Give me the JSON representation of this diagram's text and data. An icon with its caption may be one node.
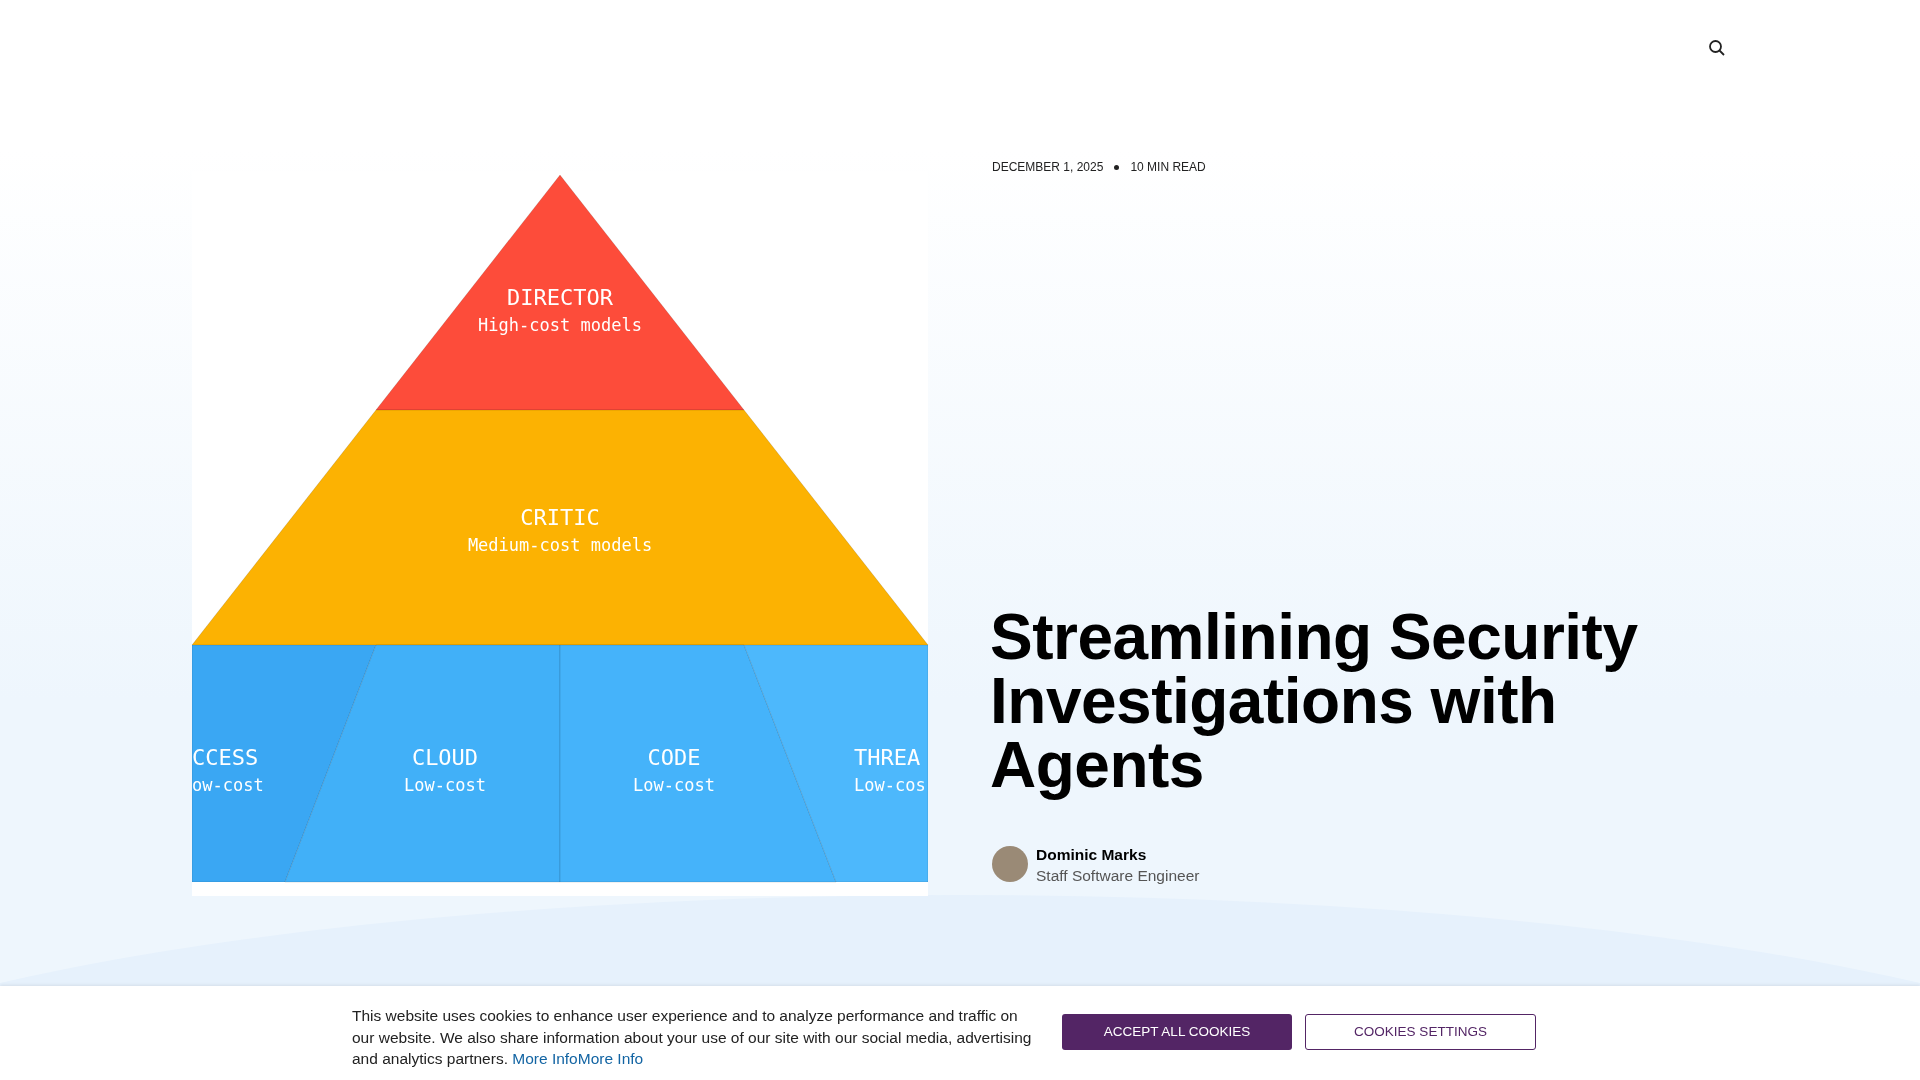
{
  "diagram": {
    "title": "Streamlining Security Investigations with Agents",
    "nodes": [
      {
        "text": [
          "DIRECTOR",
          "High-cost models"
        ]
      },
      {
        "text": [
          "CRITIC",
          "Medium-cost models"
        ]
      },
      {
        "text": [
          "CCESS",
          "ow-cost"
        ]
      },
      {
        "text": [
          "CLOUD",
          "Low-cost"
        ]
      },
      {
        "text": [
          "CODE",
          "Low-cost"
        ]
      },
      {
        "text": [
          "THREA",
          "Low-cos"
        ]
      }
    ],
    "labels": [
      "DECEMBER 1, 2025",
      "10 MIN READ",
      "Dominic Marks",
      "Staff Software Engineer",
      "This website uses cookies to enhance user experience and to analyze performance and traffic on our website. We also share information about your use of our site with our social media, advertising and analytics partners.",
      "More InfoMore Info",
      "ACCEPT ALL COOKIES",
      "COOKIES SETTINGS"
    ]
  }
}
